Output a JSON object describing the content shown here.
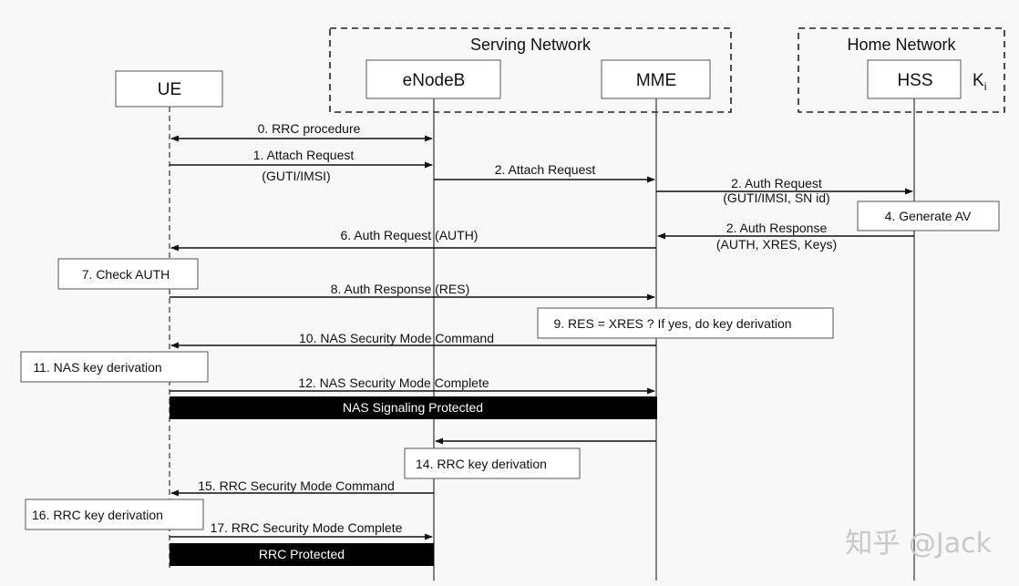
{
  "groups": {
    "serving": "Serving Network",
    "home": "Home Network"
  },
  "entities": {
    "ue": "UE",
    "enodeb": "eNodeB",
    "mme": "MME",
    "hss": "HSS",
    "ki": "K",
    "ki_sub": "i"
  },
  "messages": {
    "m0": "0. RRC procedure",
    "m1": "1. Attach Request",
    "m1_sub": "(GUTI/IMSI)",
    "m2a": "2. Attach Request",
    "m2b": "2. Auth Request",
    "m2b_sub": "(GUTI/IMSI, SN id)",
    "m2c": "2. Auth Response",
    "m2c_sub": "(AUTH, XRES, Keys)",
    "m6": "6. Auth Request  (AUTH)",
    "m8": "8. Auth Response  (RES)",
    "m10": "10. NAS Security Mode Command",
    "m12": "12. NAS Security Mode Complete",
    "m15": "15. RRC Security Mode Command",
    "m17": "17. RRC Security Mode Complete"
  },
  "notes": {
    "n4": "4. Generate AV",
    "n7": "7. Check AUTH",
    "n9": "9. RES = XRES ?  If yes, do key derivation",
    "n11": "11. NAS key derivation",
    "n14": "14. RRC key derivation",
    "n16": "16. RRC key derivation"
  },
  "bars": {
    "nas": "NAS Signaling Protected",
    "rrc": "RRC Protected"
  },
  "watermark": "知乎 @Jack"
}
